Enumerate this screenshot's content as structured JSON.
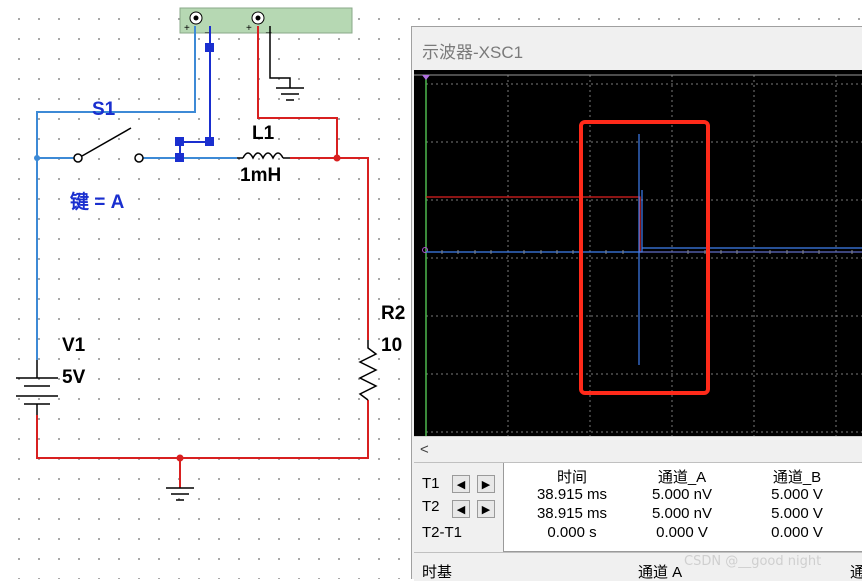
{
  "schematic": {
    "switch_name": "S1",
    "switch_key": "键 = A",
    "inductor_name": "L1",
    "inductor_value": "1mH",
    "source_name": "V1",
    "source_value": "5V",
    "resistor_name": "R2",
    "resistor_value_partial": "10"
  },
  "oscilloscope": {
    "title": "示波器-XSC1",
    "scroll_left_arrow": "<",
    "t1_label": "T1",
    "t2_label": "T2",
    "t2t1_label": "T2-T1",
    "btn_left": "◀",
    "btn_right": "▶",
    "headers": [
      "时间",
      "通道_A",
      "通道_B"
    ],
    "rows": [
      [
        "38.915 ms",
        "5.000 nV",
        "5.000 V"
      ],
      [
        "38.915 ms",
        "5.000 nV",
        "5.000 V"
      ],
      [
        "0.000 s",
        "0.000 V",
        "0.000 V"
      ]
    ],
    "footer_timebase": "时基",
    "footer_channel_a": "通道 A",
    "footer_channel_b": "通"
  },
  "watermark": "CSDN @__good night",
  "colors": {
    "wire_blue": "#3d8ad6",
    "wire_red": "#d82020",
    "screen_bg": "#000000",
    "trace_blue": "#3f7ff0",
    "trace_red": "#e02020",
    "highlight": "#ff2a1a"
  }
}
